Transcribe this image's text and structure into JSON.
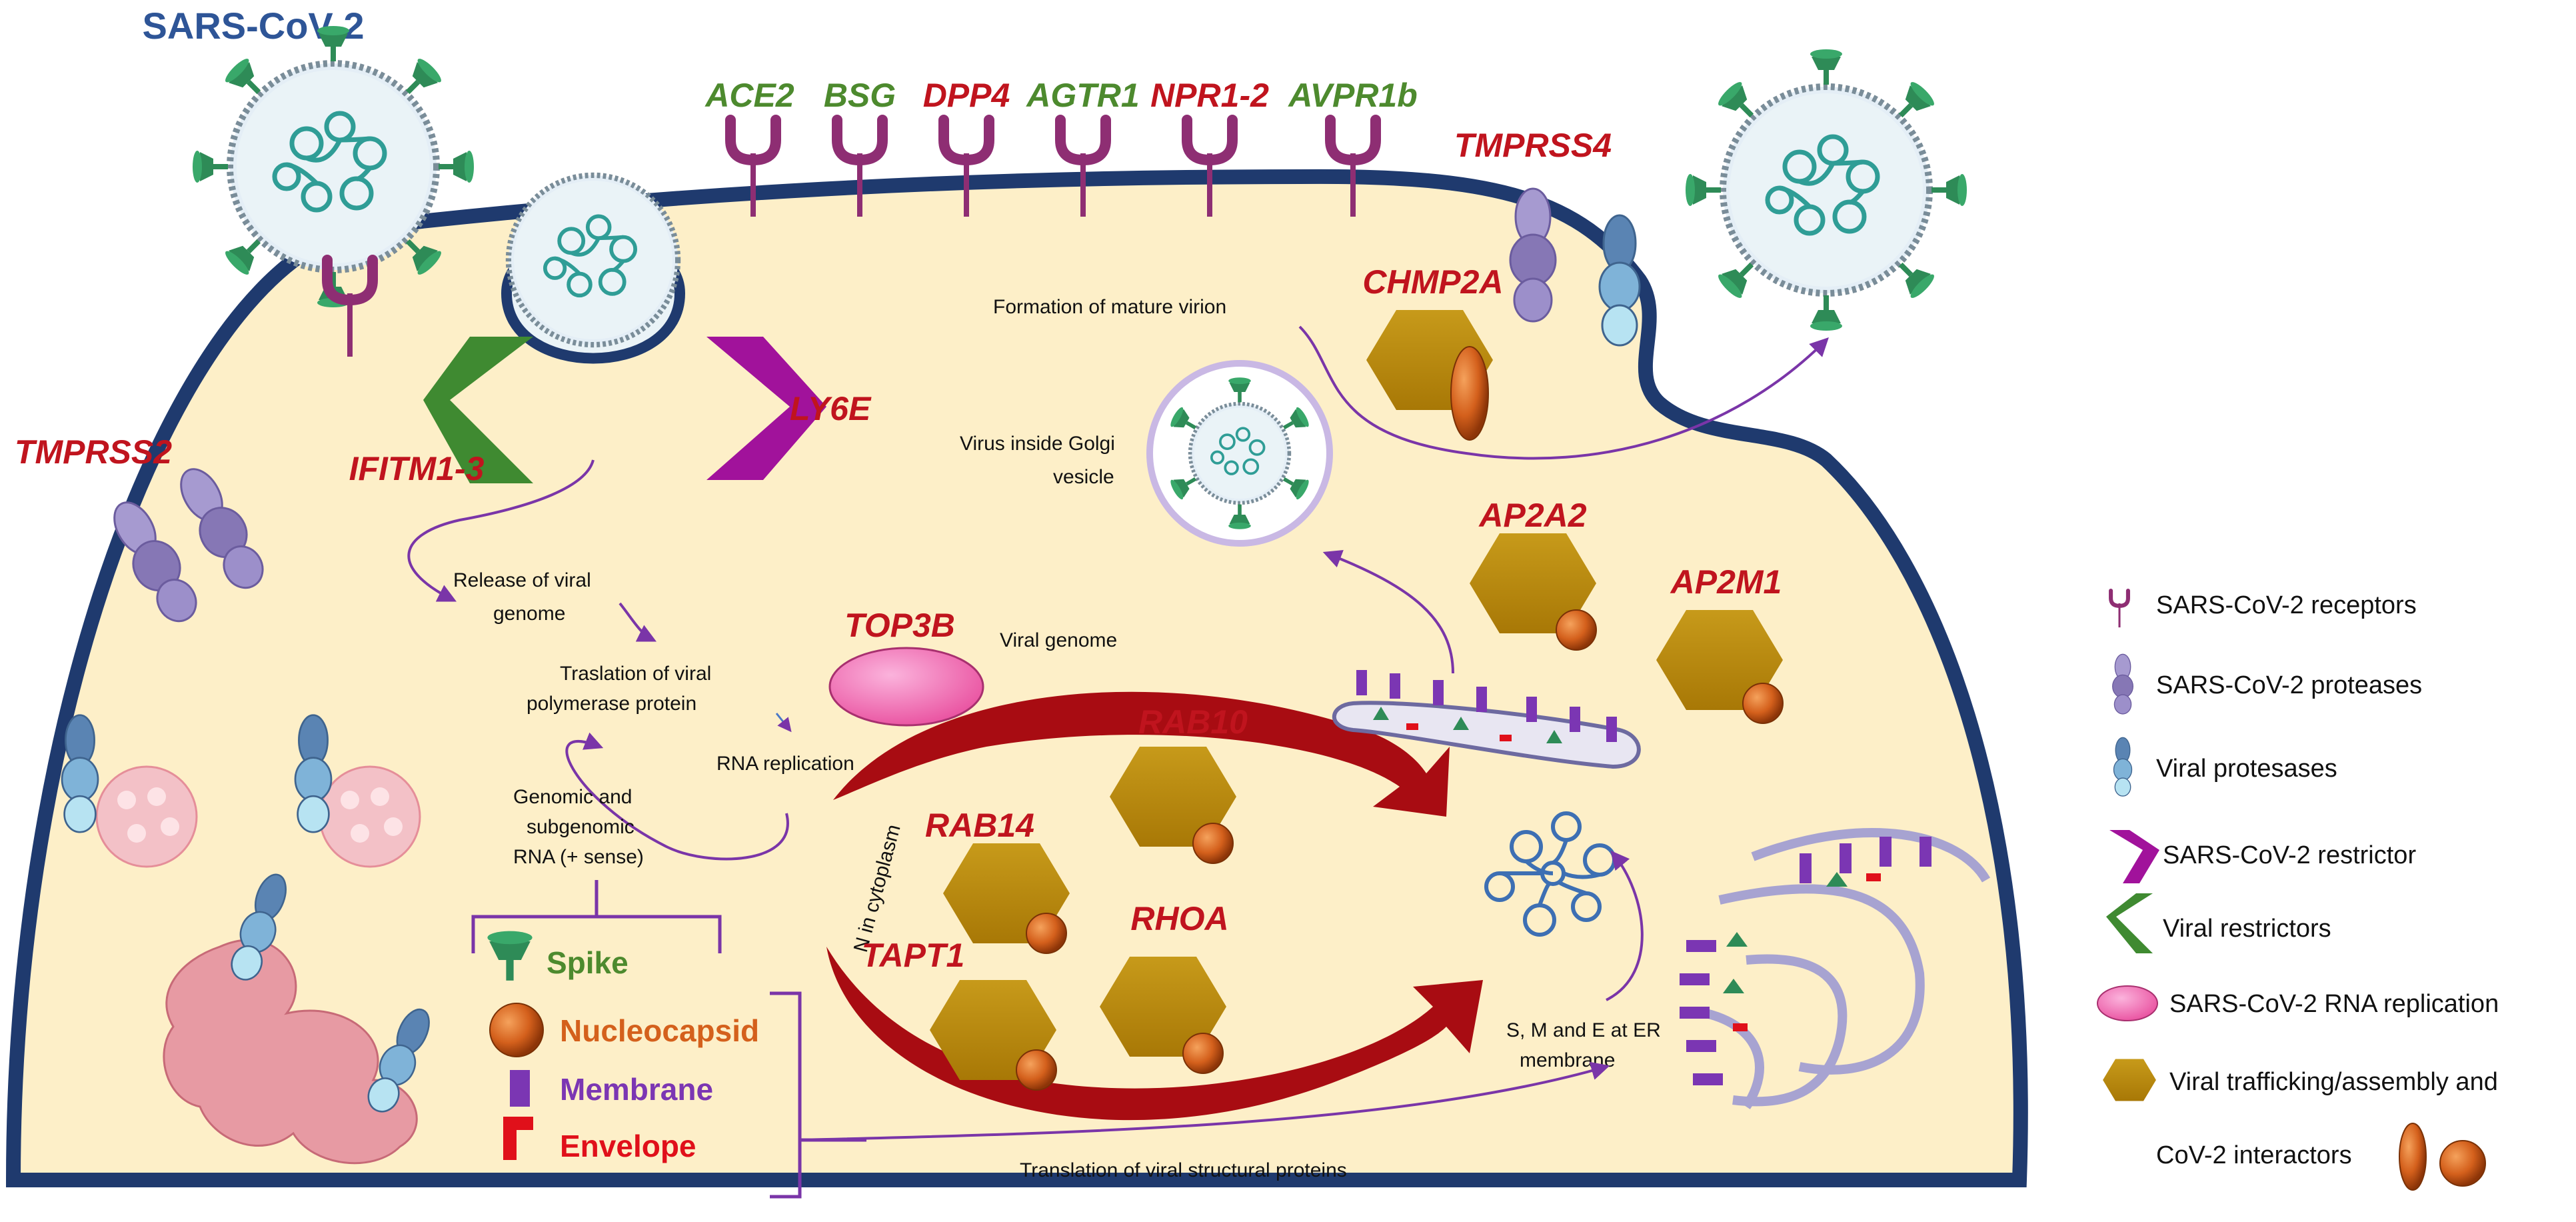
{
  "colors": {
    "cell_fill": "#fdefc8",
    "cell_border": "#1f3a6e",
    "red_gene": "#c0141e",
    "green_gene": "#4d8a2e",
    "title_blue": "#2e5597",
    "receptor": "#8e2e73",
    "protease_purple": "#8677b5",
    "viral_protease_blue": "#6a9ac4",
    "restrictor_magenta": "#a1129b",
    "restrictor_green": "#3f8a31",
    "rna_replication": "#ee5fb1",
    "trafficking_hex": "#b5850b",
    "nucleocapsid_ball": "#d4601c",
    "membrane_purple": "#7b36b3",
    "envelope_red": "#e0101a",
    "arrow_purple": "#7a35a8",
    "dark_red_arrow": "#a80c12"
  },
  "title": "SARS-CoV-2",
  "genes": {
    "ace2": "ACE2",
    "bsg": "BSG",
    "dpp4": "DPP4",
    "agtr1": "AGTR1",
    "npr12": "NPR1-2",
    "avpr1b": "AVPR1b",
    "tmprss4": "TMPRSS4",
    "tmprss2": "TMPRSS2",
    "ifitm": "IFITM1-3",
    "ly6e": "LY6E",
    "chmp2a": "CHMP2A",
    "ap2a2": "AP2A2",
    "ap2m1": "AP2M1",
    "top3b": "TOP3B",
    "rab10": "RAB10",
    "rab14": "RAB14",
    "rhoa": "RHOA",
    "tapt1": "TAPT1"
  },
  "notes": {
    "mature_virion": "Formation of mature virion",
    "golgi_1": "Virus inside Golgi",
    "golgi_2": "vesicle",
    "release_1": "Release of viral",
    "release_2": "genome",
    "translation_1": "Traslation of viral",
    "translation_2": "polymerase protein",
    "viral_genome": "Viral genome",
    "rna_replication": "RNA replication",
    "genomic_1": "Genomic and",
    "genomic_2": "subgenomic",
    "genomic_3": "RNA (+ sense)",
    "n_cytoplasm": "N in cytoplasm",
    "smE_1": "S, M and E at ER",
    "smE_2": "membrane",
    "structural": "Translation of viral structural proteins"
  },
  "structural_proteins": {
    "spike": "Spike",
    "nucleocapsid": "Nucleocapsid",
    "membrane": "Membrane",
    "envelope": "Envelope"
  },
  "legend": [
    {
      "icon": "receptor-icon",
      "label": "SARS-CoV-2 receptors"
    },
    {
      "icon": "protease-icon",
      "label": "SARS-CoV-2 proteases"
    },
    {
      "icon": "viral-protease-icon",
      "label": "Viral protesases"
    },
    {
      "icon": "magenta-restrictor-icon",
      "label": "SARS-CoV-2 restrictor"
    },
    {
      "icon": "green-restrictor-icon",
      "label": "Viral restrictors"
    },
    {
      "icon": "rna-replication-icon",
      "label": "SARS-CoV-2 RNA replication"
    },
    {
      "icon": "hexagon-icon",
      "label": "Viral trafficking/assembly and"
    },
    {
      "icon": "interactor-icons",
      "label": "CoV-2 interactors"
    }
  ]
}
